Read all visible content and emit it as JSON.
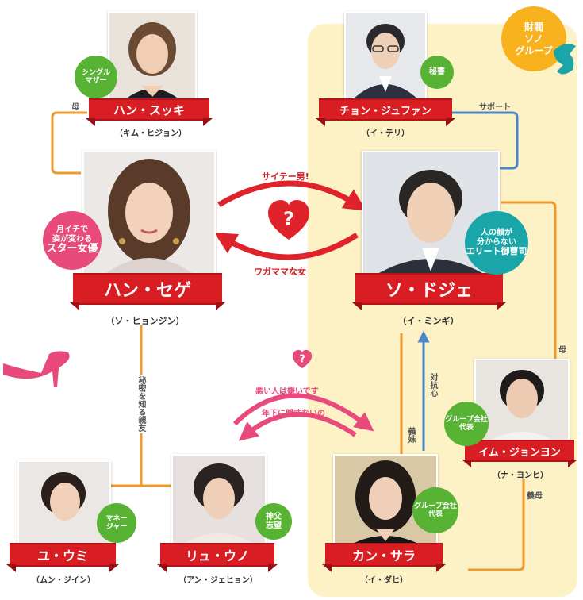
{
  "group": {
    "lines": [
      "財閥",
      "ソノ",
      "グループ"
    ]
  },
  "characters": {
    "han_sukki": {
      "name": "ハン・スッキ",
      "actor": "（キム・ヒジョン）",
      "badge": "シングル\nマザー"
    },
    "jon_jufan": {
      "name": "チョン・ジュファン",
      "actor": "（イ・テリ）",
      "badge": "秘書"
    },
    "han_sege": {
      "name": "ハン・セゲ",
      "actor": "（ソ・ヒョンジン）",
      "badge_line1": "月イチで",
      "badge_line2": "姿が変わる",
      "badge_line3": "スター女優"
    },
    "so_doje": {
      "name": "ソ・ドジェ",
      "actor": "（イ・ミンギ）",
      "badge_line1": "人の顔が",
      "badge_line2": "分からない",
      "badge_line3": "エリート御曹司"
    },
    "im_jonyon": {
      "name": "イム・ジョンヨン",
      "actor": "（ナ・ヨンヒ）",
      "badge": "グループ会社\n代表"
    },
    "yu_umi": {
      "name": "ユ・ウミ",
      "actor": "（ムン・ジイン）",
      "badge": "マネー\nジャー"
    },
    "ryu_uno": {
      "name": "リュ・ウノ",
      "actor": "（アン・ジェヒョン）",
      "badge": "神父\n志望"
    },
    "kan_sara": {
      "name": "カン・サラ",
      "actor": "（イ・ダヒ）",
      "badge": "グループ会社\n代表"
    }
  },
  "relations": {
    "mother_left": "母",
    "support": "サポート",
    "saitei": "サイテー男!",
    "wagamama": "ワガママな女",
    "secret_friend": "秘密を知る親友",
    "dislike": "悪い人は嫌いです",
    "younger": "年下に興味ないの",
    "rival": "対抗心",
    "sister_in_law": "義妹",
    "mother_right": "母",
    "mother_in_law": "義母"
  },
  "icons": {
    "heart_question": "heart-question-icon",
    "small_heart_question": "small-heart-question-icon",
    "high_heel": "high-heel-icon",
    "map_fish": "fish-icon"
  },
  "colors": {
    "nameplate": "#d81e22",
    "line_orange": "#ef9a2b",
    "line_blue": "#4a86c8",
    "line_red": "#e0232a",
    "line_pink": "#e84b7b",
    "zone": "#fdf1c6",
    "group": "#f7b21d"
  }
}
